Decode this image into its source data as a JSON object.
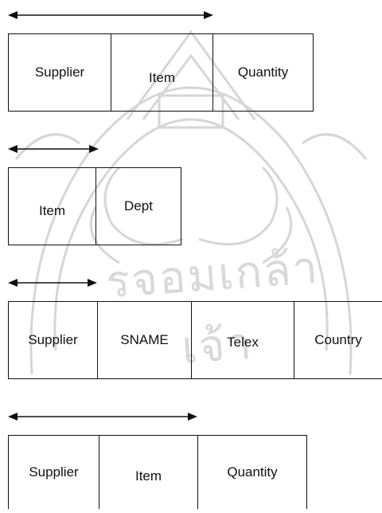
{
  "watermark": {
    "text": "รจอมเกล้าเจ้า"
  },
  "tables": [
    {
      "cells": [
        "Supplier",
        "Item",
        "Quantity"
      ]
    },
    {
      "cells": [
        "Item",
        "Dept"
      ]
    },
    {
      "cells": [
        "Supplier",
        "SNAME",
        "Telex",
        "Country"
      ]
    },
    {
      "cells": [
        "Supplier",
        "Item",
        "Quantity"
      ]
    }
  ]
}
